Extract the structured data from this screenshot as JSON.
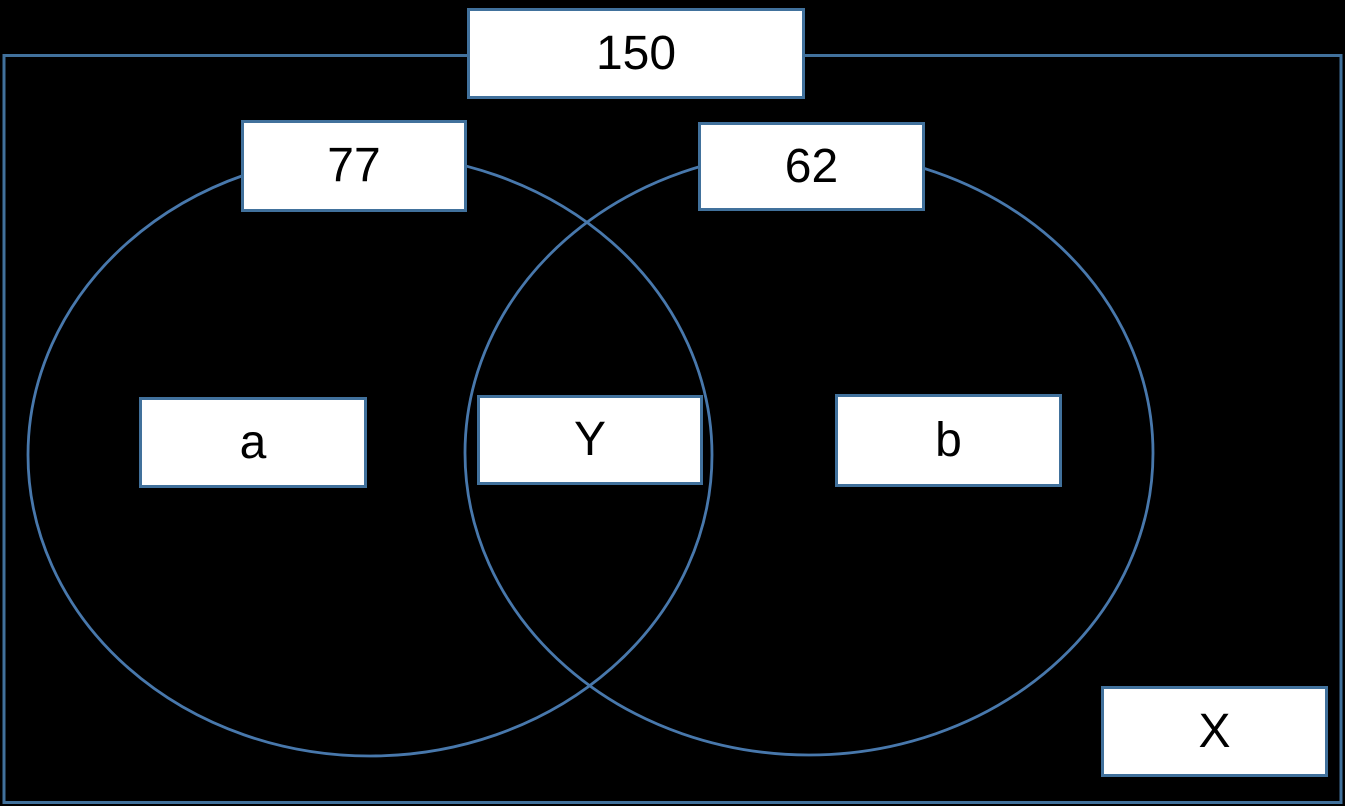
{
  "diagram": {
    "type": "venn",
    "description": "Two-set Venn diagram on black background inside a rectangular universe border",
    "total": "150",
    "left_set_count": "77",
    "right_set_count": "62",
    "left_only_label": "a",
    "intersection_label": "Y",
    "right_only_label": "b",
    "universe_label": "X"
  },
  "labels": {
    "total": "150",
    "left_count": "77",
    "right_count": "62",
    "left_only": "a",
    "intersection": "Y",
    "right_only": "b",
    "universe": "X"
  },
  "colors": {
    "background": "#000000",
    "circle_stroke": "#4878AC",
    "border_stroke": "#41719C",
    "box_fill": "#FFFFFF",
    "text": "#000000"
  }
}
